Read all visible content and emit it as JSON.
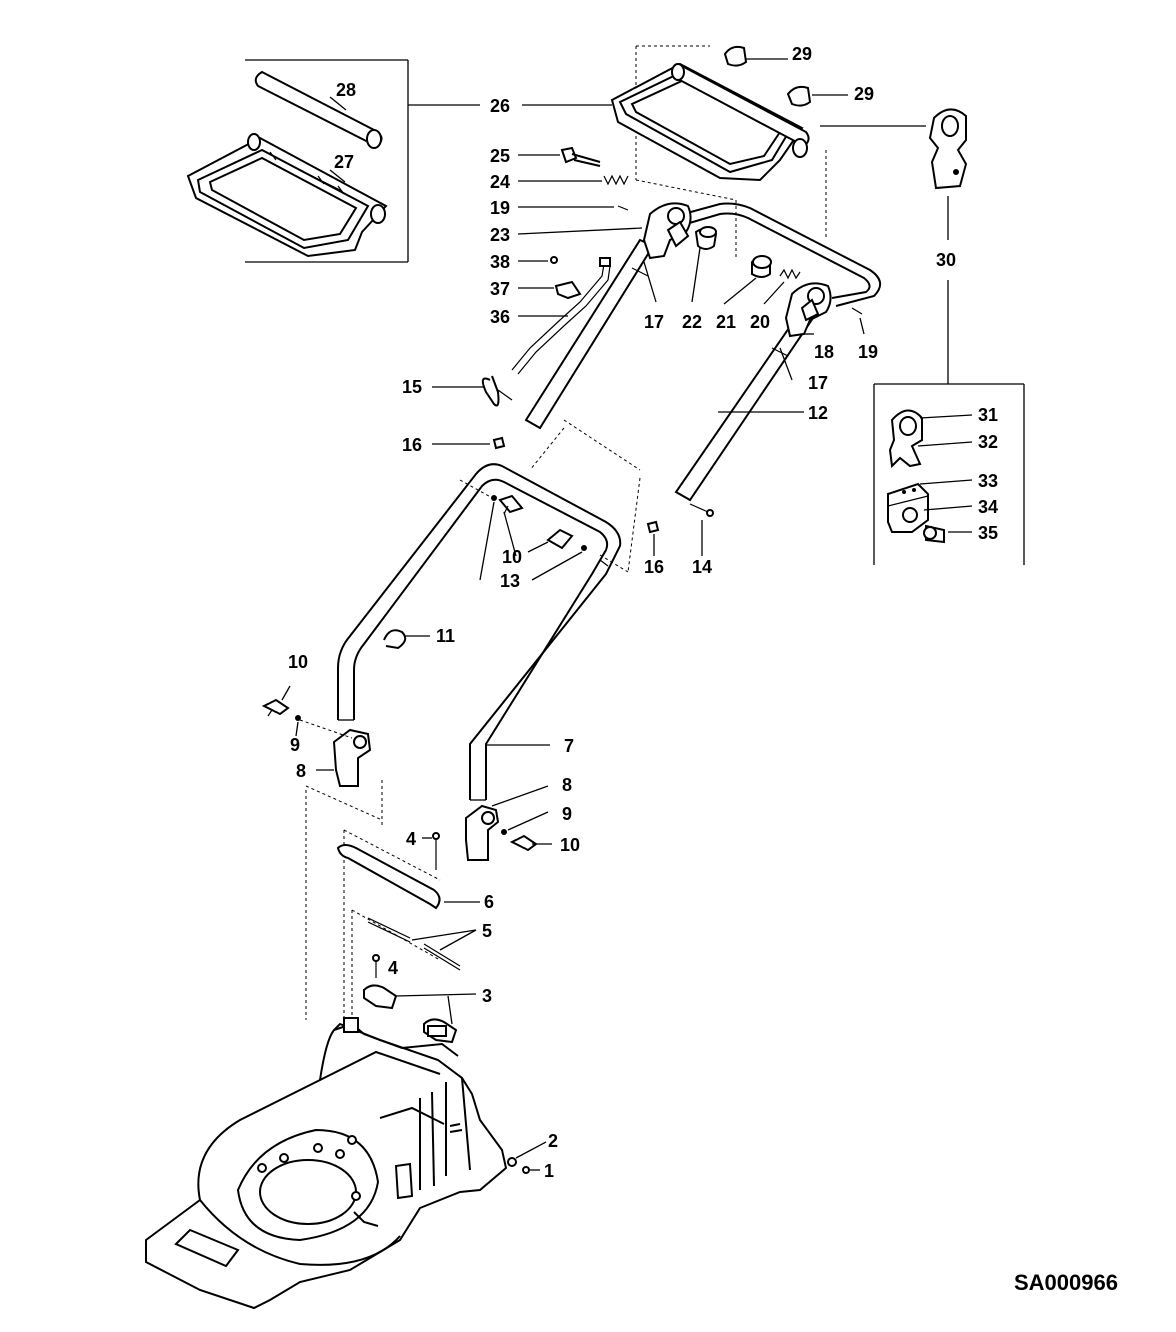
{
  "diagram_code": "SA000966",
  "callouts": {
    "c1": "1",
    "c2": "2",
    "c3": "3",
    "c4a": "4",
    "c4b": "4",
    "c5": "5",
    "c6": "6",
    "c7": "7",
    "c8a": "8",
    "c8b": "8",
    "c9a": "9",
    "c9b": "9",
    "c10a": "10",
    "c10b": "10",
    "c10c": "10",
    "c11": "11",
    "c12": "12",
    "c13": "13",
    "c14": "14",
    "c15": "15",
    "c16a": "16",
    "c16b": "16",
    "c17a": "17",
    "c17b": "17",
    "c18": "18",
    "c19a": "19",
    "c19b": "19",
    "c20": "20",
    "c21": "21",
    "c22": "22",
    "c23": "23",
    "c24": "24",
    "c25": "25",
    "c26": "26",
    "c27": "27",
    "c28": "28",
    "c29a": "29",
    "c29b": "29",
    "c30": "30",
    "c31": "31",
    "c32": "32",
    "c33": "33",
    "c34": "34",
    "c35": "35",
    "c36": "36",
    "c37": "37",
    "c38": "38"
  }
}
